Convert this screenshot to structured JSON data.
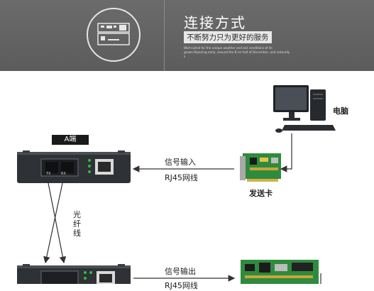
{
  "banner": {
    "title": "连接方式",
    "subtitle": "不断努力只为更好的服务",
    "description": "Well-suited for the unique weather and soil conditions of its grown.Ripening early, around the 8-rst half of December, and naturally s"
  },
  "device_a": {
    "label": "A端",
    "port_labels": [
      "TX",
      "RX"
    ]
  },
  "connections": {
    "top_signal": "信号输入",
    "top_cable": "RJ45网线",
    "bottom_signal": "信号输出",
    "bottom_cable": "RJ45网线",
    "fiber": "光纤线"
  },
  "computer": {
    "label": "电脑"
  },
  "sender_card": {
    "label": "发送卡"
  }
}
